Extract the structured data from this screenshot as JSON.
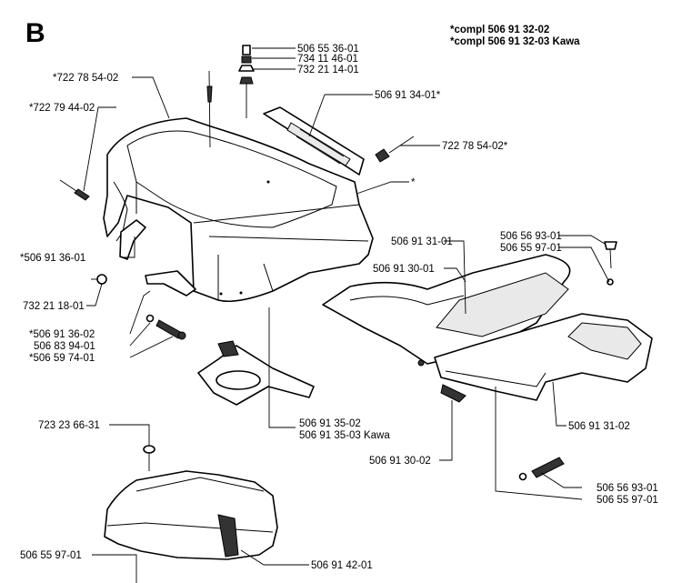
{
  "section_letter": "B",
  "header": {
    "line1": "*compl 506 91 32-02",
    "line2": "*compl 506 91 32-03 Kawa"
  },
  "labels": {
    "p_506553601": "506 55 36-01",
    "p_734114601": "734 11 46-01",
    "p_732211401": "732 21 14-01",
    "p_722785402_left": "*722 78 54-02",
    "p_722794402": "*722 79 44-02",
    "p_506913401": "506 91 34-01*",
    "p_722785402_right": "722 78 54-02*",
    "p_star": "*",
    "p_506913101_top": "506 91 31-01",
    "p_506913001_top": "506 91 30-01",
    "p_506565301_top": "506 56 93-01",
    "p_506559701_top": "506 55 97-01",
    "p_506913601_a": "*506 91 36-01",
    "p_732211801": "732 21 18-01",
    "p_506913602": "*506 91 36-02",
    "p_506839401": "506 83 94-01",
    "p_506597401": "*506 59 74-01",
    "p_506913502": "506 91 35-02",
    "p_506913503": "506 91 35-03 Kawa",
    "p_723236631": "723 23 66-31",
    "p_506913002": "506 91 30-02",
    "p_506913102": "506 91 31-02",
    "p_506565301_bot": "506 56 93-01",
    "p_506559701_bot": "506 55 97-01",
    "p_506559701_low": "506 55 97-01",
    "p_506914201": "506 91 42-01"
  }
}
